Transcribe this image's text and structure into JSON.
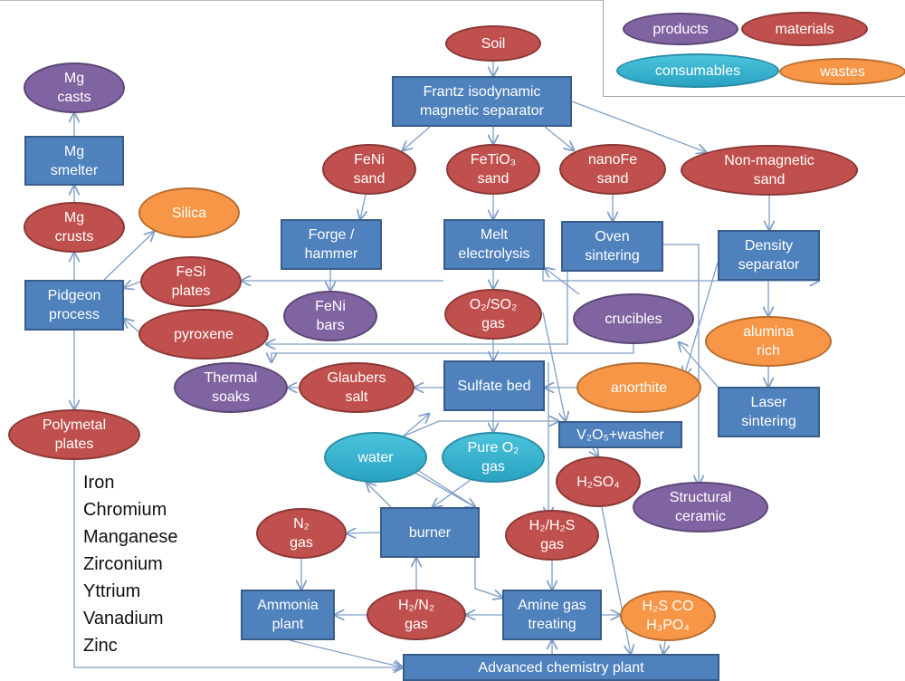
{
  "legend": {
    "products": "products",
    "materials": "materials",
    "consumables": "consumables",
    "wastes": "wastes"
  },
  "colors": {
    "process": "#4f81bd",
    "materials": "#c0504d",
    "products": "#8064a2",
    "wastes": "#f79646",
    "consumables": "#31b0cf",
    "edge": "#7f9fc6"
  },
  "nodes": {
    "soil": "Soil",
    "frantz": "Frantz isodynamic\nmagnetic separator",
    "mg_casts": "Mg\ncasts",
    "mg_smelter": "Mg\nsmelter",
    "mg_crusts": "Mg\ncrusts",
    "silica": "Silica",
    "pidgeon": "Pidgeon\nprocess",
    "fesi": "FeSi\nplates",
    "pyroxene": "pyroxene",
    "feni_sand": "FeNi\nsand",
    "fetio3_sand": "FeTiO₃\nsand",
    "nanofe_sand": "nanoFe\nsand",
    "nonmag_sand": "Non-magnetic\nsand",
    "forge": "Forge /\nhammer",
    "melt": "Melt\nelectrolysis",
    "oven": "Oven\nsintering",
    "density": "Density\nseparator",
    "feni_bars": "FeNi\nbars",
    "o2so2": "O₂/SO₂\ngas",
    "crucibles": "crucibles",
    "alumina": "alumina\nrich",
    "thermal": "Thermal\nsoaks",
    "glaubers": "Glaubers\nsalt",
    "sulfate": "Sulfate bed",
    "anorthite": "anorthite",
    "laser": "Laser\nsintering",
    "polymetal": "Polymetal\nplates",
    "water": "water",
    "pure_o2": "Pure O₂\ngas",
    "v2o5": "V₂O₅+washer",
    "h2so4": "H₂SO₄",
    "structural": "Structural\nceramic",
    "n2": "N₂\ngas",
    "burner": "burner",
    "h2h2s": "H₂/H₂S\ngas",
    "ammonia": "Ammonia\nplant",
    "h2n2": "H₂/N₂\ngas",
    "amine": "Amine gas\ntreating",
    "h2sco": "H₂S CO\nH₃PO₄",
    "advanced": "Advanced chemistry plant"
  },
  "elements": "Iron\nChromium\nManganese\nZirconium\nYttrium\nVanadium\nZinc"
}
